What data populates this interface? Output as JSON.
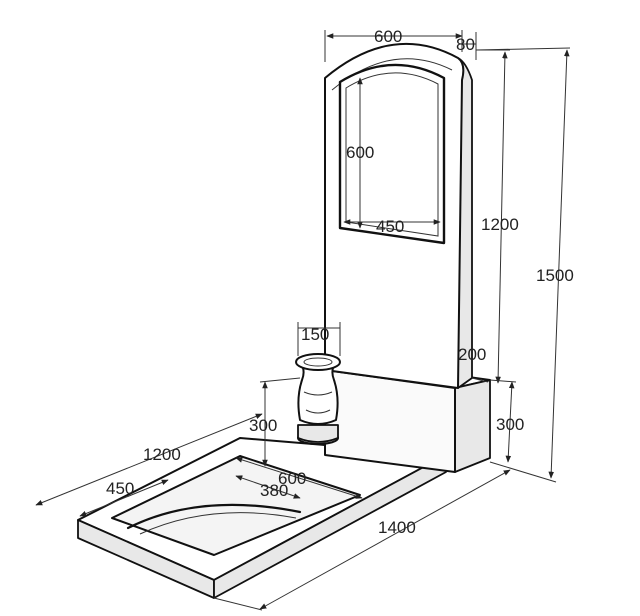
{
  "dimensions": {
    "stele_width": "600",
    "stele_thickness": "80",
    "frame_height": "600",
    "frame_width": "450",
    "stele_height": "1200",
    "total_height": "1500",
    "vase_diameter": "150",
    "pedestal_depth": "200",
    "vase_height": "300",
    "pedestal_height": "300",
    "border_length": "1200",
    "border_width": "600",
    "flowerbed_width": "450",
    "flowerbed_inner": "380",
    "base_length": "1400"
  }
}
